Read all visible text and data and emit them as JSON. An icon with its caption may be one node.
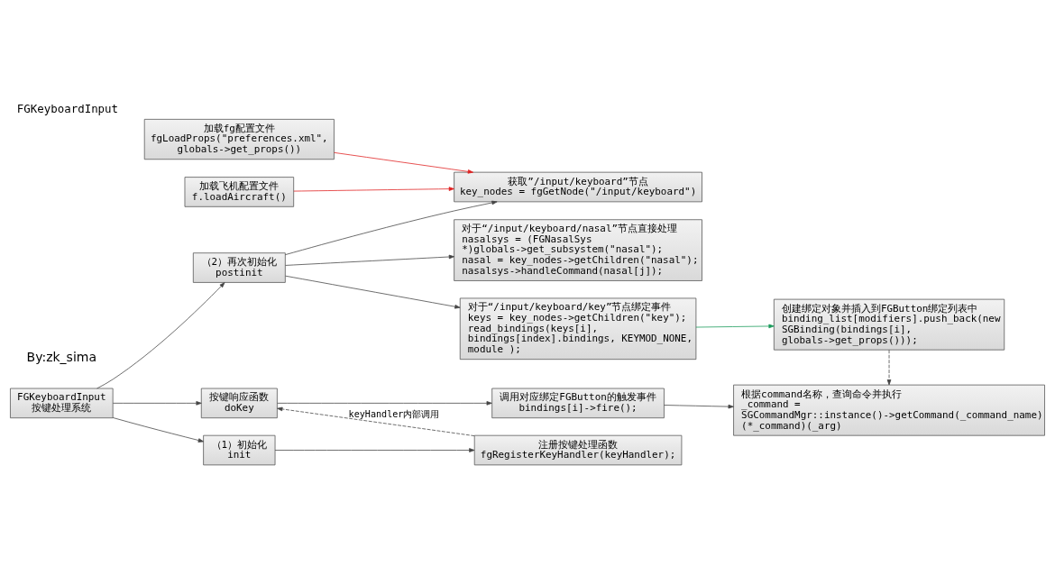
{
  "diagram": {
    "title": "FGKeyboardInput",
    "nodes": [
      {
        "text": [
          "FGKeyboardInput",
          "按键处理系统"
        ]
      },
      {
        "text": [
          "（2）再次初始化",
          "postinit"
        ]
      },
      {
        "text": [
          "（1）初始化",
          "init"
        ]
      },
      {
        "text": [
          "按键响应函数",
          "doKey"
        ]
      },
      {
        "text": [
          "加载fg配置文件",
          "fgLoadProps(\"preferences.xml\", globals->get_props())"
        ]
      },
      {
        "text": [
          "加载飞机配置文件",
          "f.loadAircraft()"
        ]
      },
      {
        "text": [
          "获取”/input/keyboard”节点",
          "key_nodes = fgGetNode(\"/input/keyboard\")"
        ]
      },
      {
        "text": [
          "对于“/input/keyboard/nasal”节点直接处理",
          "nasalsys = (FGNasalSys *)globals->get_subsystem(\"nasal\");",
          "nasal = key_nodes->getChildren(\"nasal\");",
          "nasalsys->handleCommand(nasal[j]);"
        ]
      },
      {
        "text": [
          "对于“/input/keyboard/key”节点绑定事件",
          "keys = key_nodes->getChildren(\"key\");",
          "read_bindings(keys[i], bindings[index].bindings, KEYMOD_NONE, module );"
        ]
      },
      {
        "text": [
          "创建绑定对象并插入到FGButton绑定列表中",
          "binding_list[modifiers].push_back(new SGBinding(bindings[i], globals->get_props()));"
        ]
      },
      {
        "text": [
          "注册按键处理函数",
          "fgRegisterKeyHandler(keyHandler);"
        ]
      },
      {
        "text": [
          "调用对应绑定FGButton的触发事件",
          "bindings[i]->fire();"
        ]
      },
      {
        "text": [
          "根据command名称，查询命令并执行",
          "_command = SGCommandMgr::instance()->getCommand(_command_name)",
          "(*_command)(_arg)"
        ]
      }
    ],
    "edges": [
      {
        "from": 0,
        "to": 1,
        "arrow": "to"
      },
      {
        "from": 0,
        "to": 2,
        "arrow": "to"
      },
      {
        "from": 0,
        "to": 3,
        "arrow": "to"
      },
      {
        "from": 1,
        "to": 6,
        "arrow": "to"
      },
      {
        "from": 1,
        "to": 7,
        "arrow": "to"
      },
      {
        "from": 1,
        "to": 8,
        "arrow": "to"
      },
      {
        "from": 4,
        "to": 6,
        "arrow": "to",
        "color": "#e02020"
      },
      {
        "from": 5,
        "to": 6,
        "arrow": "to",
        "color": "#e02020"
      },
      {
        "from": 8,
        "to": 9,
        "arrow": "to",
        "color": "#1a9a5a"
      },
      {
        "from": 9,
        "to": 12,
        "arrow": "to",
        "style": "dashed"
      },
      {
        "from": 2,
        "to": 10,
        "arrow": "to"
      },
      {
        "from": 10,
        "to": 3,
        "arrow": "to",
        "style": "dashed",
        "label": "keyHandler内部调用"
      },
      {
        "from": 3,
        "to": 11,
        "arrow": "to"
      },
      {
        "from": 11,
        "to": 12,
        "arrow": "to"
      }
    ],
    "labels": [
      "By:zk_sima"
    ]
  }
}
